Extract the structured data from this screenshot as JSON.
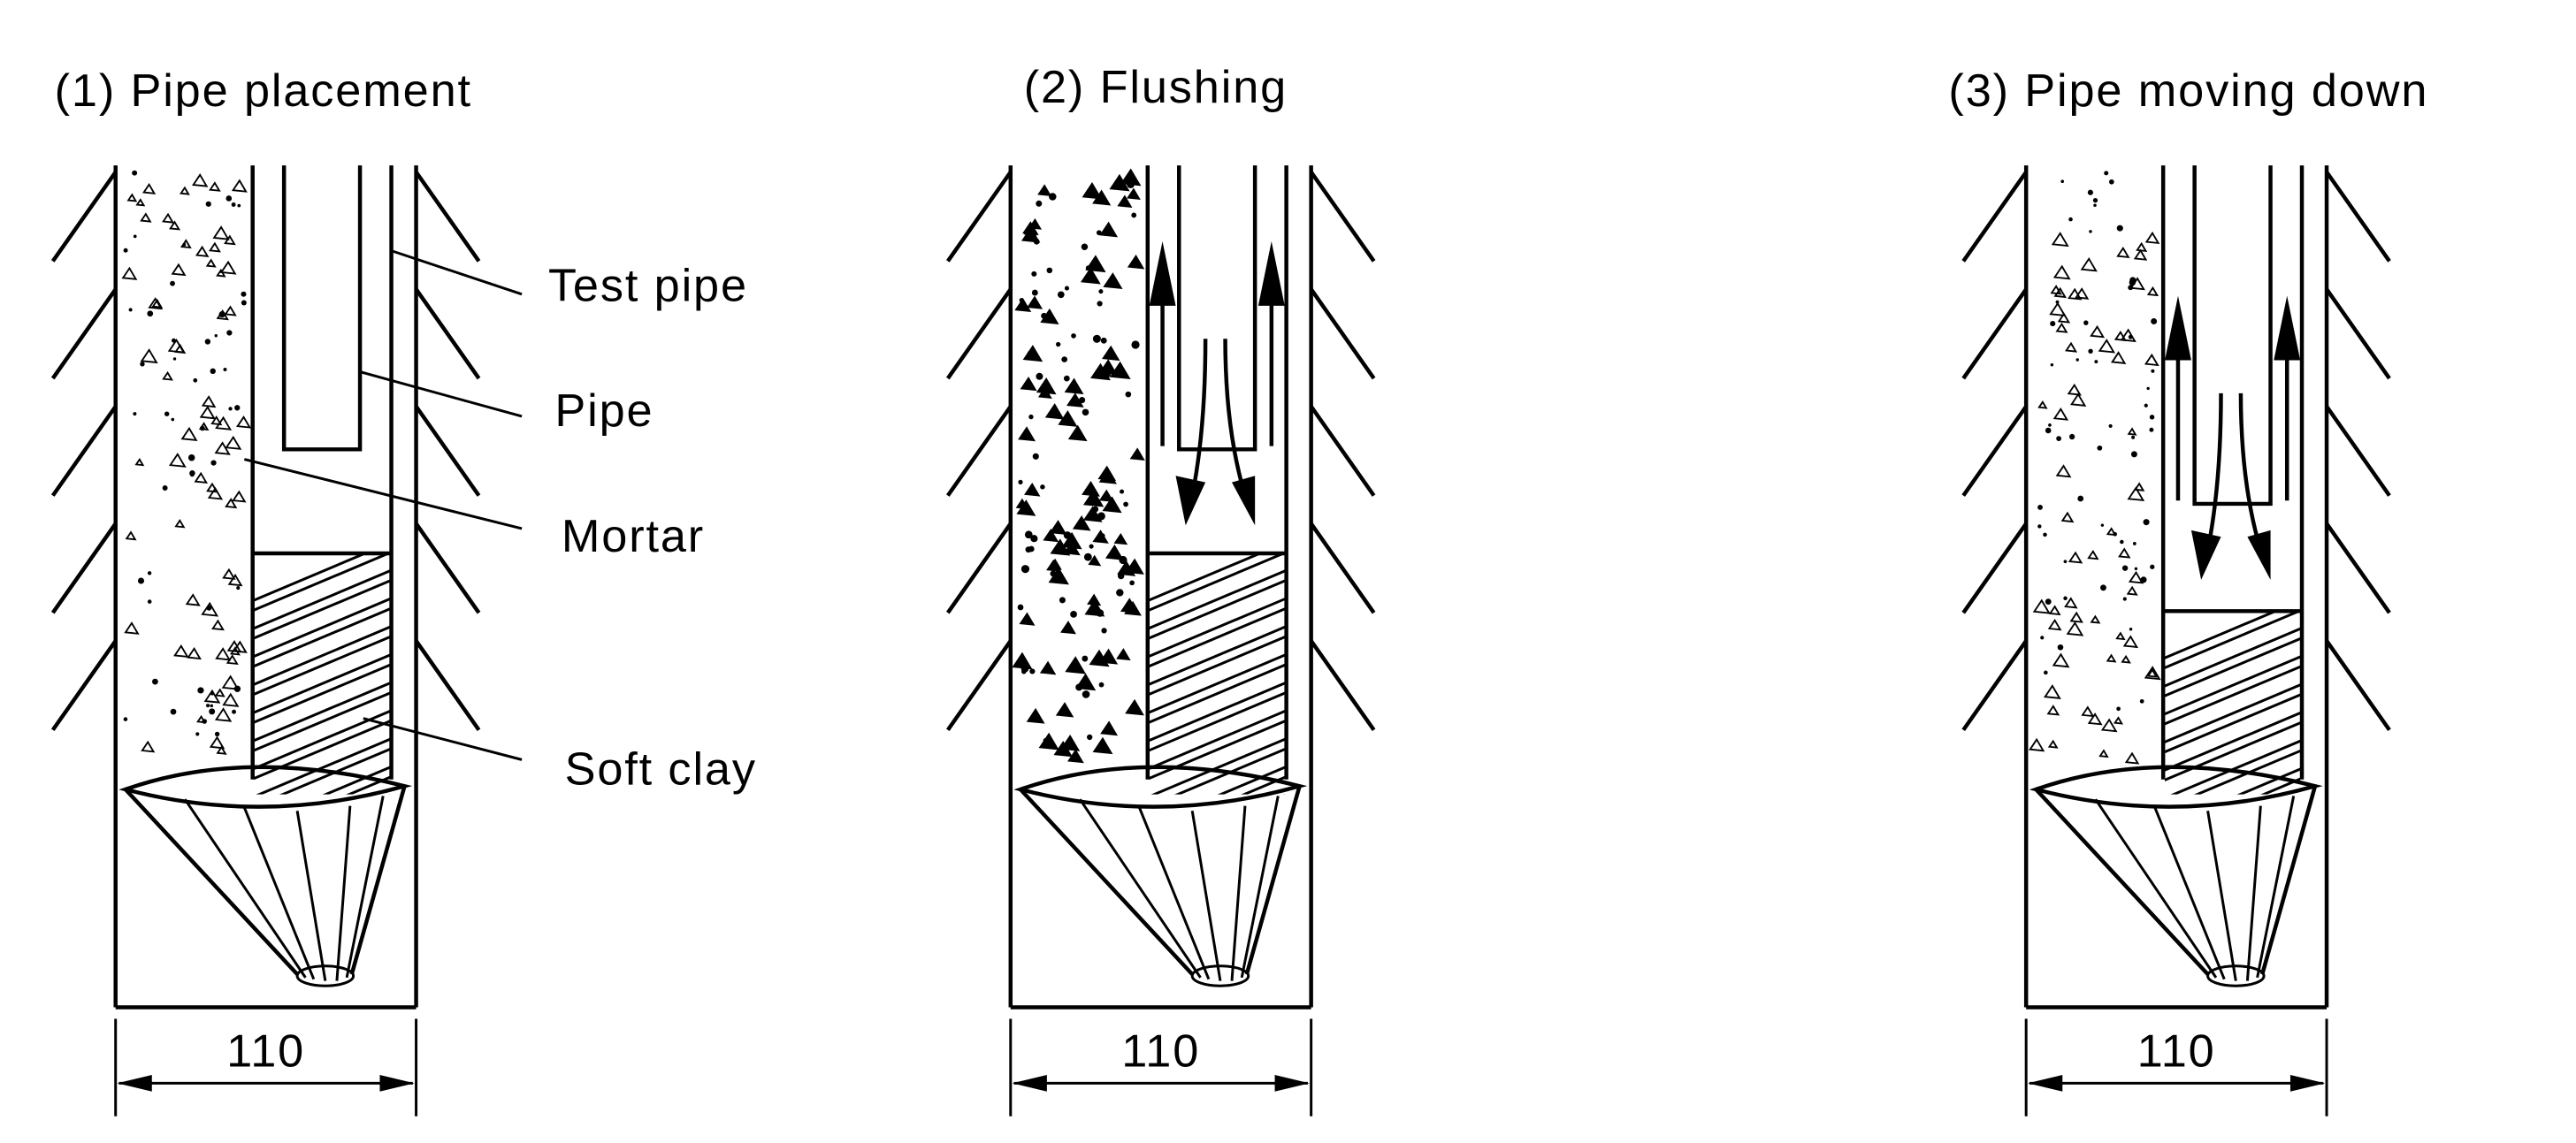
{
  "panels": [
    {
      "title": "(1) Pipe placement",
      "dimension": "110",
      "has_flow_arrows": false
    },
    {
      "title": "(2) Flushing",
      "dimension": "110",
      "has_flow_arrows": true
    },
    {
      "title": "(3) Pipe moving down",
      "dimension": "110",
      "has_flow_arrows": true
    }
  ],
  "labels": {
    "test_pipe": "Test pipe",
    "pipe": "Pipe",
    "mortar": "Mortar",
    "soft_clay": "Soft clay"
  },
  "colors": {
    "line": "#000000",
    "background": "#ffffff"
  }
}
